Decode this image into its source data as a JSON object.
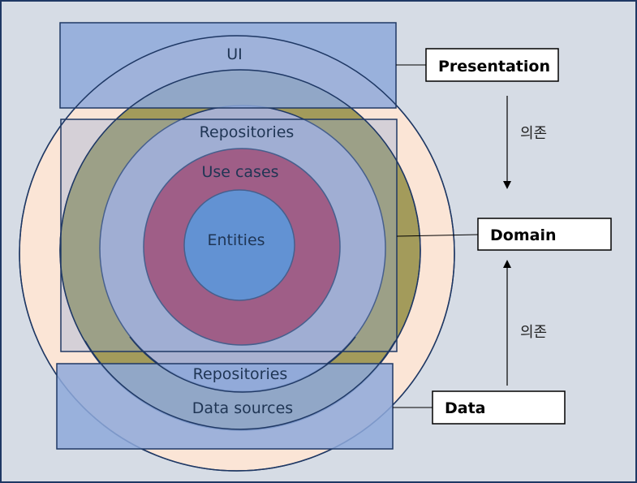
{
  "diagram": {
    "ring_labels": {
      "ui": "UI",
      "repositories_top": "Repositories",
      "use_cases": "Use cases",
      "entities": "Entities",
      "repositories_bottom": "Repositories",
      "data_sources": "Data sources"
    },
    "layers": {
      "presentation": "Presentation",
      "domain": "Domain",
      "data": "Data"
    },
    "dependency_labels": {
      "top": "의존",
      "bottom": "의존"
    },
    "colors": {
      "background": "#D6DCE5",
      "outer_circle": "#FBE5D6",
      "gold_ring": "#FFC000",
      "olive_ring": "#A39B5B",
      "inner_lavender": "#A9B1D0",
      "use_cases_ring": "#A8365B",
      "entities_core": "#4A86CF",
      "overlay_box": "#8EA9DB",
      "stroke": "#1F3864"
    }
  }
}
